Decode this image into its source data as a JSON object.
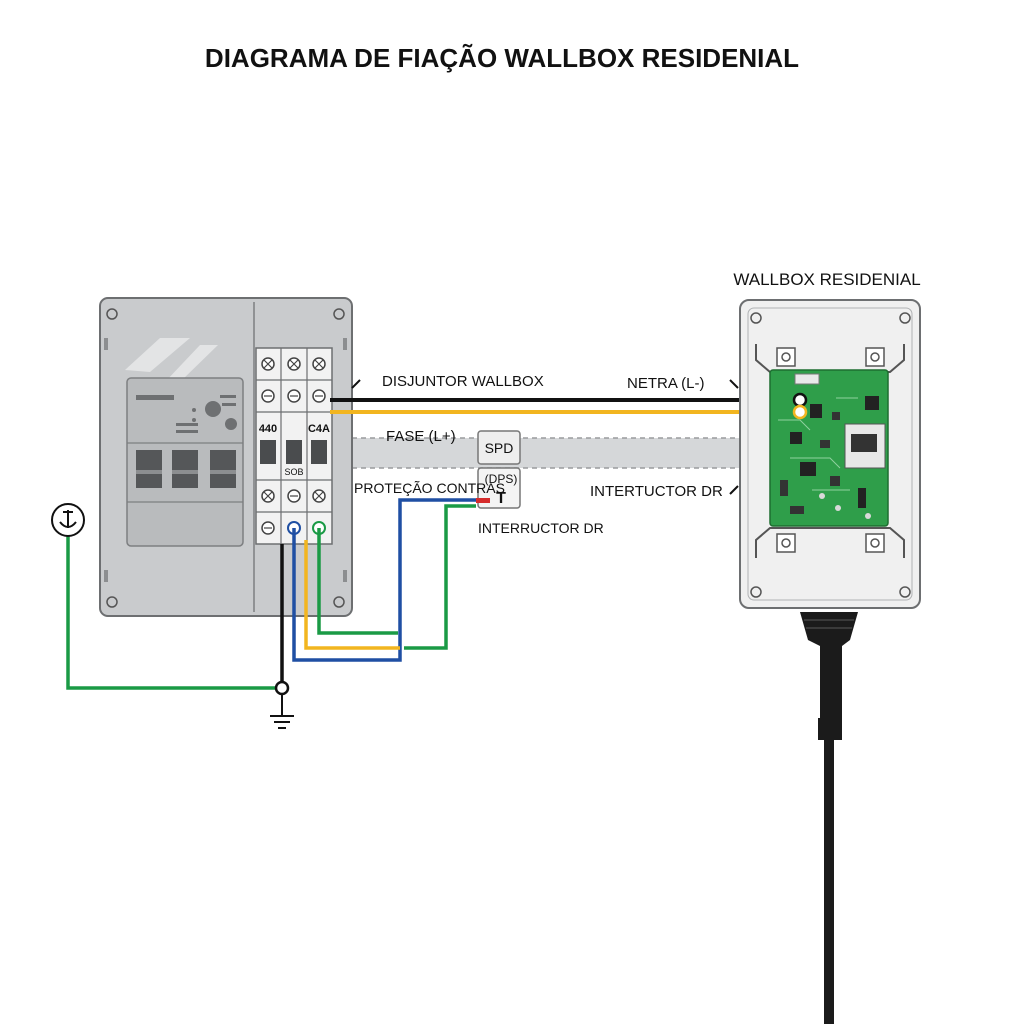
{
  "title": "DIAGRAMA DE FIAÇÃO WALLBOX RESIDENIAL",
  "labels": {
    "wallbox": "WALLBOX RESIDENIAL",
    "disjuntor": "DISJUNTOR WALLBOX",
    "netra": "NETRA (L-)",
    "fase": "FASE (L+)",
    "spd": "SPD",
    "dps": "(DPS)",
    "protecao": "PROTEÇÃO CONTRAS",
    "intertuctor": "INTERTUCTOR DR",
    "interructor": "INTERRUCTOR DR"
  },
  "breaker_labels": {
    "left": "440",
    "right": "C4A",
    "middle": "SOB"
  },
  "spd_terminal": "T",
  "colors": {
    "neutral_black": "#111111",
    "phase_yellow": "#f2b51f",
    "neutral_blue": "#1f4fa3",
    "earth_green": "#1a9a45",
    "pcb_green": "#2f9e4a",
    "panel_gray": "#c9cbcd"
  },
  "icons": [
    "earth-symbol-icon",
    "ground-symbol-icon",
    "screw-icon",
    "charging-cable-icon"
  ]
}
